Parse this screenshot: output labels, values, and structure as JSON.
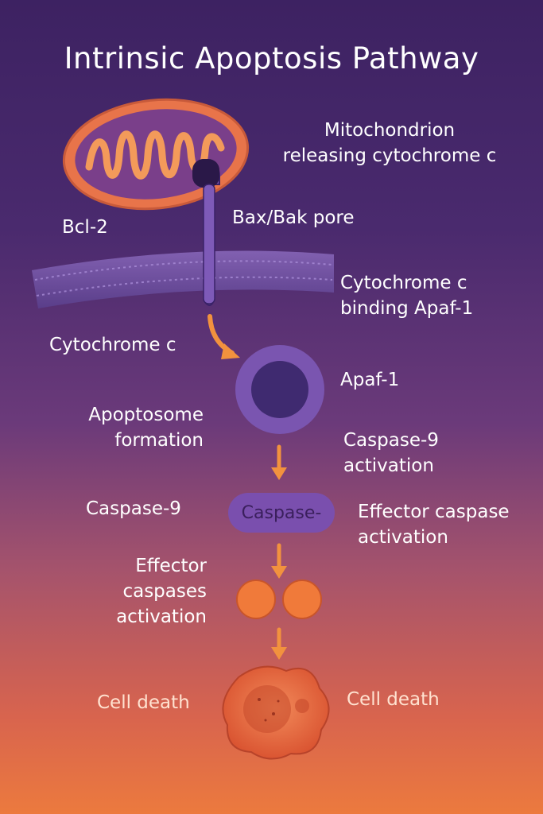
{
  "title": "Intrinsic Apoptosis Pathway",
  "labels": {
    "mito_line1": "Mitochondrion",
    "mito_line2": "releasing cytochrome c",
    "bcl2": "Bcl-2",
    "bax_bak": "Bax/Bak pore",
    "cytc_bind_line1": "Cytochrome c",
    "cytc_bind_line2": "binding Apaf-1",
    "cytochrome_c": "Cytochrome c",
    "apaf1": "Apaf-1",
    "apoptosome_line1": "Apoptosome",
    "apoptosome_line2": "formation",
    "casp9_act_line1": "Caspase-9",
    "casp9_act_line2": "activation",
    "caspase9": "Caspase-9",
    "caspase_pill": "Caspase-",
    "effector_act_line1": "Effector caspase",
    "effector_act_line2": "activation",
    "effectors_line1": "Effector",
    "effectors_line2": "caspases",
    "effectors_line3": "activation",
    "cell_death_left": "Cell death",
    "cell_death_right": "Cell death"
  },
  "colors": {
    "bg_top": "#3d2262",
    "bg_bottom": "#ec7a3e",
    "mito_outer": "#e8744a",
    "mito_inner": "#7a3f8a",
    "cristae": "#f39a5a",
    "membrane": "#6b4a9c",
    "apaf_ring": "#7a55b0",
    "apaf_core": "#3f2a70",
    "arrow": "#f2923e",
    "caspase_pill": "#7a4fae",
    "effector": "#f07a3a",
    "cell": "#e5603e"
  }
}
